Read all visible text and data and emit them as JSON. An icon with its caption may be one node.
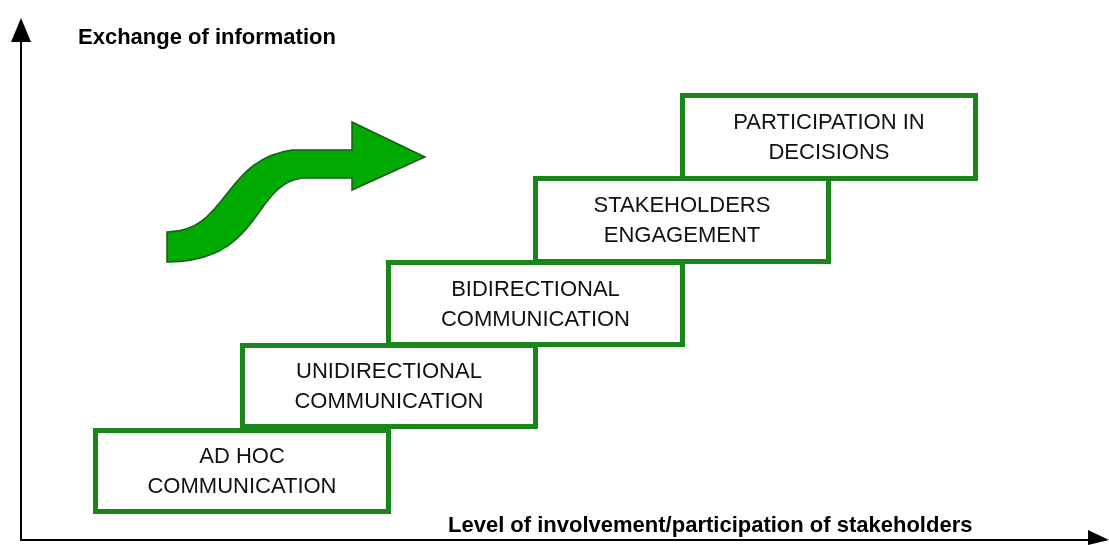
{
  "diagram": {
    "nodes": [
      {
        "text": [
          "AD HOC COMMUNICATION"
        ]
      },
      {
        "text": [
          "UNIDIRECTIONAL COMMUNICATION"
        ]
      },
      {
        "text": [
          "BIDIRECTIONAL COMMUNICATION"
        ]
      },
      {
        "text": [
          "STAKEHOLDERS ENGAGEMENT"
        ]
      },
      {
        "text": [
          "PARTICIPATION IN DECISIONS"
        ]
      }
    ],
    "labels": [
      "Exchange of information",
      "Level of involvement/participation of stakeholders"
    ]
  }
}
